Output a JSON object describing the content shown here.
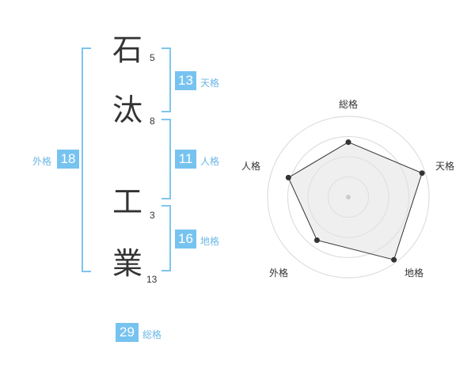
{
  "name": {
    "chars": [
      {
        "char": "石",
        "strokes": "5"
      },
      {
        "char": "汰",
        "strokes": "8"
      },
      {
        "char": "工",
        "strokes": "3"
      },
      {
        "char": "業",
        "strokes": "13"
      }
    ]
  },
  "fortunes": {
    "tenkaku": {
      "value": "13",
      "label": "天格"
    },
    "jinkaku": {
      "value": "11",
      "label": "人格"
    },
    "chikaku": {
      "value": "16",
      "label": "地格"
    },
    "gaikaku": {
      "value": "18",
      "label": "外格"
    },
    "soukaku": {
      "value": "29",
      "label": "総格"
    }
  },
  "colors": {
    "accent": "#77c3f0",
    "bracket": "#7fc4ee",
    "text": "#333333"
  },
  "chart_data": {
    "type": "radar",
    "axes": [
      "総格",
      "天格",
      "地格",
      "外格",
      "人格"
    ],
    "values": [
      0.68,
      0.96,
      0.96,
      0.66,
      0.78
    ],
    "rings": 4,
    "range": [
      0,
      1
    ]
  }
}
